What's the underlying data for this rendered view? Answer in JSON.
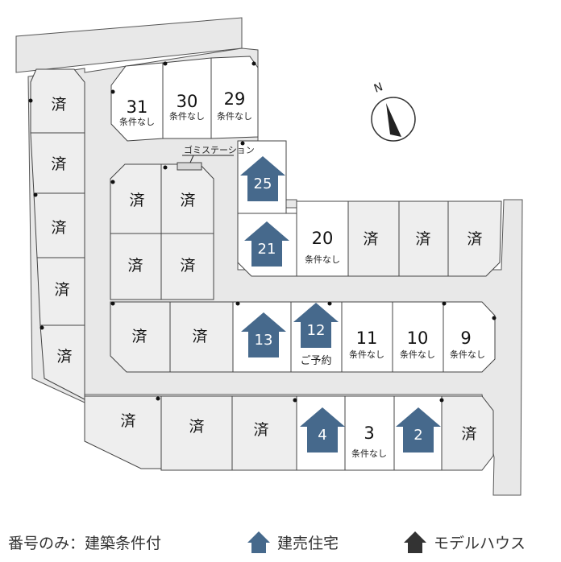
{
  "colors": {
    "built_house": "#46698c",
    "model_house": "#333333",
    "sold_lot": "#eeeeee",
    "road": "#e8e8e8"
  },
  "compass": {
    "label": "N"
  },
  "garbage_station": {
    "label": "ゴミステーション"
  },
  "sold_text": "済",
  "lots": [
    {
      "num": "31",
      "sub": "条件なし"
    },
    {
      "num": "30",
      "sub": "条件なし"
    },
    {
      "num": "29",
      "sub": "条件なし"
    },
    {
      "num": "25"
    },
    {
      "num": "21"
    },
    {
      "num": "20",
      "sub": "条件なし"
    },
    {
      "num": "13"
    },
    {
      "num": "12",
      "sub": "ご予約"
    },
    {
      "num": "11",
      "sub": "条件なし"
    },
    {
      "num": "10",
      "sub": "条件なし"
    },
    {
      "num": "9",
      "sub": "条件なし"
    },
    {
      "num": "4"
    },
    {
      "num": "3",
      "sub": "条件なし"
    },
    {
      "num": "2"
    }
  ],
  "legend": {
    "number_only": "番号のみ：建築条件付",
    "built": "建売住宅",
    "model": "モデルハウス"
  }
}
